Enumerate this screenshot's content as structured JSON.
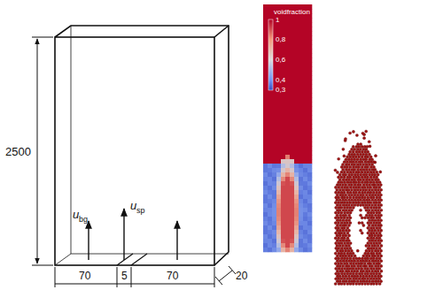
{
  "diagram": {
    "labels": [
      "2500",
      "u",
      "bg",
      "u",
      "sp",
      "70",
      "5",
      "70",
      "20",
      "voidfraction",
      "1",
      "0,8",
      "0,6",
      "0,4",
      "0,3"
    ]
  }
}
